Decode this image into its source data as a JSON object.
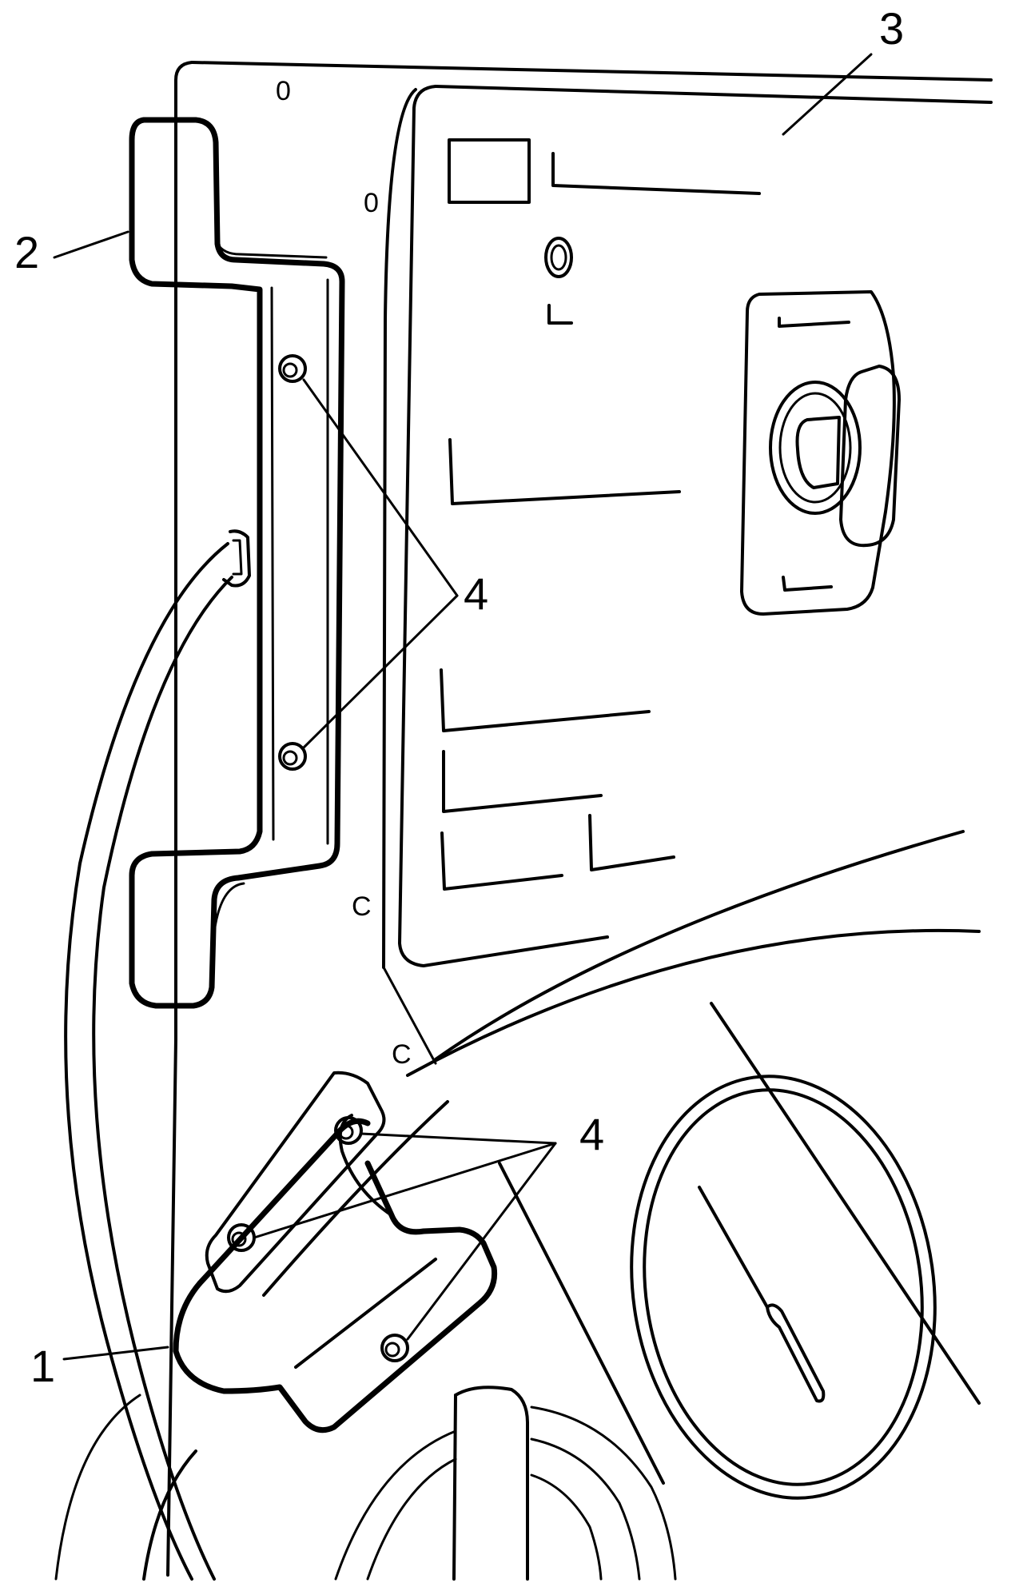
{
  "callouts": {
    "c1": "1",
    "c2": "2",
    "c3": "3",
    "c4_upper": "4",
    "c4_lower": "4"
  },
  "panel_marks": {
    "o_top": "0",
    "o_second": "0",
    "c_mid": "C",
    "c_low": "C"
  },
  "colors": {
    "ink": "#000000",
    "paper": "#ffffff"
  }
}
